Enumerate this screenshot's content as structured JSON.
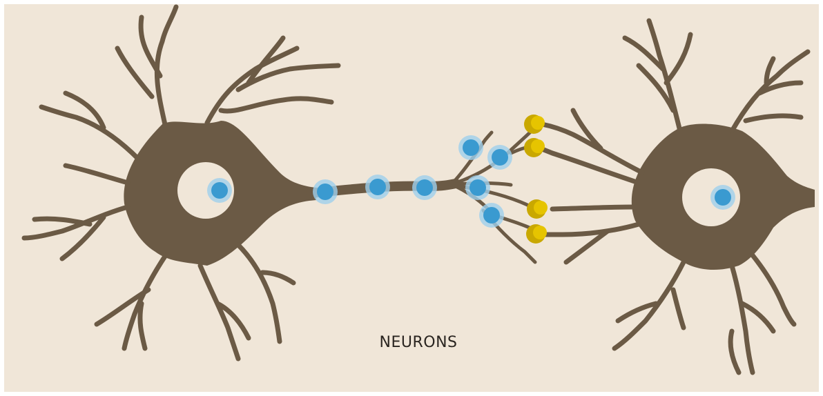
{
  "caption": "NEURONS",
  "colors": {
    "background": "#f0e6d8",
    "neuron": "#6b5a45",
    "cell_hole": "#f0e6d8",
    "vesicle_blue": "#3a9ad0",
    "vesicle_blue_halo": "#9fd0ec",
    "receptor_yellow": "#e6c400",
    "receptor_yellow_dark": "#c9a800"
  },
  "neurons": [
    {
      "name": "presynaptic-neuron",
      "icon": "neuron-cell"
    },
    {
      "name": "postsynaptic-neuron",
      "icon": "neuron-cell"
    }
  ]
}
